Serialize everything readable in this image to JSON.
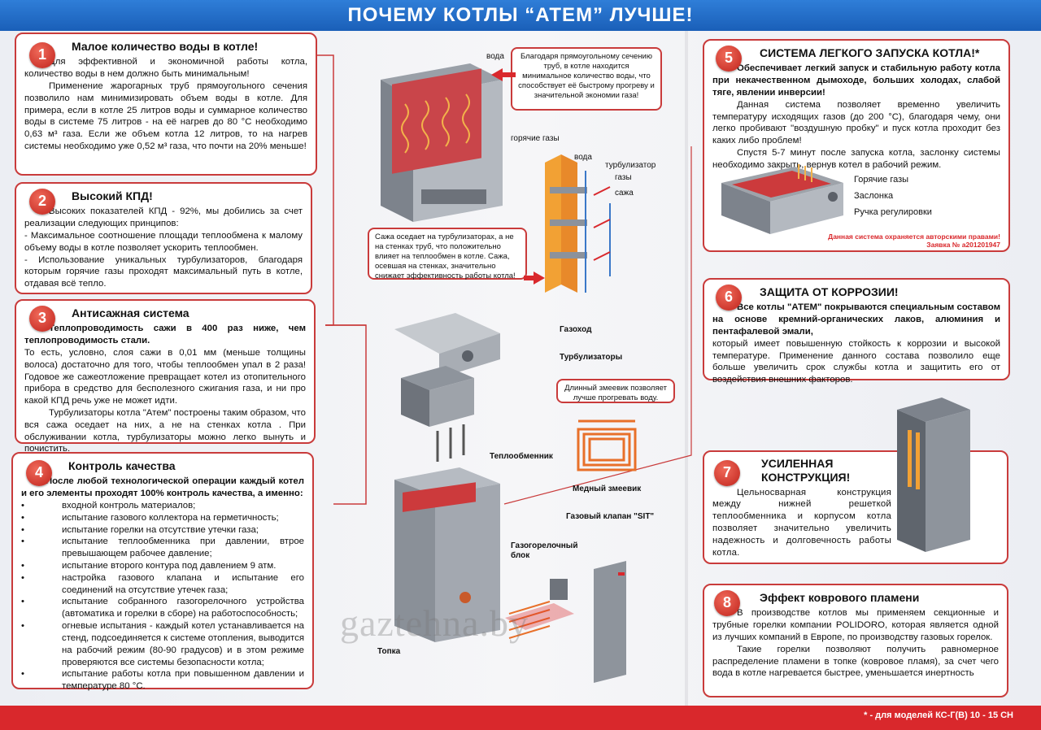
{
  "header": {
    "title": "ПОЧЕМУ КОТЛЫ “АТЕМ” ЛУЧШЕ!"
  },
  "footer": {
    "note": "* - для моделей КС-Г(В) 10 - 15 СН"
  },
  "watermark": "gaztehna.by",
  "sections": [
    {
      "num": "1",
      "title": "Малое количество воды в котле!",
      "paras": [
        "Для эффективной и экономичной работы котла, количество воды в нем должно быть минимальным!",
        "Применение жарогарных труб прямоугольного сечения позволило нам минимизировать объем воды в котле. Для примера, если в котле 25 литров воды и суммарное количество воды в системе 75 литров - на её нагрев до 80 °С необходимо 0,63 м³ газа. Если же объем котла 12 литров, то на нагрев системы необходимо уже 0,52 м³ газа, что почти на 20% меньше!"
      ]
    },
    {
      "num": "2",
      "title": "Высокий КПД!",
      "paras": [
        "Высоких показателей КПД - 92%, мы добились за счет реализации следующих принципов:",
        "- Максимальное соотношение площади теплообмена к малому объему воды в котле позволяет ускорить теплообмен.",
        "- Использование уникальных турбулизаторов, благодаря которым горячие газы проходят максимальный путь в котле, отдавая всё тепло."
      ]
    },
    {
      "num": "3",
      "title": "Антисажная система",
      "bold": "Теплопроводимость сажи в 400 раз ниже, чем теплопроводимость стали.",
      "paras": [
        "То есть, условно, слоя сажи в 0,01 мм (меньше толщины волоса) достаточно для того, чтобы теплообмен упал в 2 раза! Годовое же сажеотложение превращает котел из отопительного прибора в средство для бесполезного сжигания газа, и ни про какой КПД речь уже не может идти.",
        "Турбулизаторы котла \"Атем\" построены таким образом, что вся сажа оседает на них, а не на стенках котла . При обслуживании котла, турбулизаторы можно легко вынуть и почистить."
      ]
    },
    {
      "num": "4",
      "title": "Контроль качества",
      "bold": "После любой технологической операции каждый котел и его элементы проходят 100% контроль качества, а именно:",
      "items": [
        "входной контроль материалов;",
        "испытание газового коллектора на герметичность;",
        "испытание горелки на отсутствие утечки газа;",
        "испытание теплообменника при давлении, втрое превышающем рабочее давление;",
        "испытание второго контура под давлением 9 атм.",
        "настройка газового клапана и испытание его соединений на отсутствие утечек газа;",
        "испытание собранного газогорелочного устройства (автоматика и горелки в сборе) на работоспособность;",
        "огневые испытания - каждый котел устанавливается на стенд, подсоединяется к системе отопления, выводится на рабочий режим (80-90 градусов) и в этом режиме проверяются все системы безопасности котла;",
        "испытание работы котла при повышенном давлении и температуре 80 °С."
      ]
    },
    {
      "num": "5",
      "title": "СИСТЕМА ЛЕГКОГО ЗАПУСКА КОТЛА!*",
      "bold": "Обеспечивает легкий запуск и стабильную работу котла при некачественном дымоходе, больших холодах, слабой тяге, явлении инверсии!",
      "paras": [
        "Данная система позволяет временно увеличить температуру исходящих газов (до 200 °С), благодаря чему, они легко пробивают \"воздушную пробку\" и пуск котла проходит без каких либо проблем!",
        "Спустя 5-7 минут после запуска котла, заслонку системы необходимо закрыть, вернув котел в рабочий режим."
      ],
      "labels": [
        "Горячие газы",
        "Заслонка",
        "Ручка регулировки"
      ],
      "rights": "Данная система охраняется авторскими правами!",
      "patent": "Заявка № а201201947"
    },
    {
      "num": "6",
      "title": "ЗАЩИТА ОТ КОРРОЗИИ!",
      "bold": "Все котлы \"АТЕМ\" покрываются специальным составом на основе кремний-органических лаков, алюминия и пентафалевой эмали,",
      "paras": [
        "который имеет повышенную стойкость к коррозии и высокой температуре. Применение данного состава позволило еще больше увеличить срок службы котла и защитить его от воздействия внешних факторов."
      ]
    },
    {
      "num": "7",
      "title": "УСИЛЕННАЯ КОНСТРУКЦИЯ!",
      "paras": [
        "Цельносварная конструкция между нижней решеткой теплообменника и корпусом котла позволяет значительно увеличить надежность и долговечность работы котла."
      ]
    },
    {
      "num": "8",
      "title": "Эффект коврового пламени",
      "paras": [
        "В производстве котлов мы применяем секционные и трубные горелки компании POLIDORO, которая является одной из лучших компаний в Европе, по производству газовых горелок.",
        "Такие горелки позволяют получить равномерное распределение пламени в топке (ковровое пламя), за счет чего вода в котле нагревается быстрее, уменьшается инертность"
      ]
    }
  ],
  "center": {
    "callout1": "Благодаря прямоугольному сечению труб, в котле находится минимальное количество воды, что способствует её быстрому прогреву и значительной экономии газа!",
    "callout2": "Сажа оседает на турбулизаторах, а не на стенках труб, что положительно влияет на теплообмен в котле. Сажа, осевшая на стенках, значительно снижает эффективность работы котла!",
    "callout3": "Длинный змеевик позволяет лучше прогревать воду.",
    "labels": {
      "water": "вода",
      "hot_gases": "горячие газы",
      "water2": "вода",
      "turbulizer": "турбулизатор",
      "gases": "газы",
      "soot": "сажа",
      "gas_outlet": "Газоход",
      "turbulizers": "Турбулизаторы",
      "heat_exchanger": "Теплообменник",
      "copper_coil": "Медный змеевик",
      "gas_valve": "Газовый клапан \"SIT\"",
      "burner_block": "Газогорелочный блок",
      "firebox": "Топка"
    }
  },
  "colors": {
    "accent_red": "#c93b3b",
    "banner_blue": "#1f66c0",
    "footer_red": "#d9282c"
  }
}
